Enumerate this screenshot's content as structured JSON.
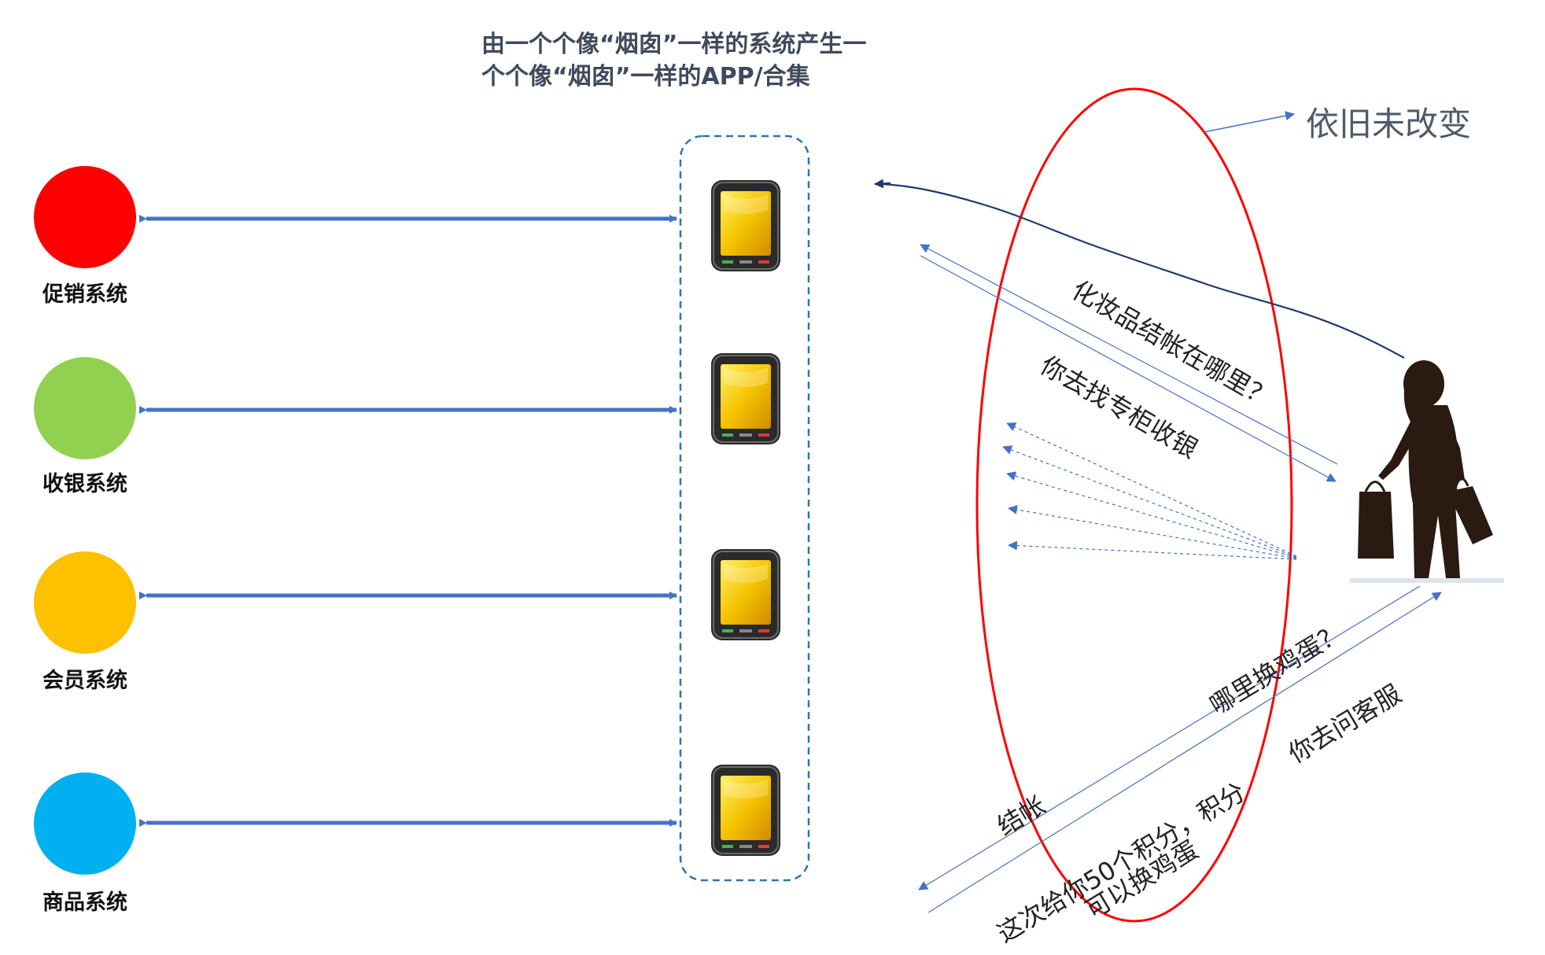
{
  "title": {
    "line1": "由一个个像“烟囱”一样的系统产生一",
    "line2": "个个像“烟囱”一样的APP/合集"
  },
  "systems": [
    {
      "label": "促销系统",
      "color": "#ff0000"
    },
    {
      "label": "收银系统",
      "color": "#92d050"
    },
    {
      "label": "会员系统",
      "color": "#ffc000"
    },
    {
      "label": "商品系统",
      "color": "#00b0f0"
    }
  ],
  "app_icon": "smartphone-icon",
  "person_icon": "shopper-with-bags-icon",
  "callout": "依旧未改变",
  "dialogue": {
    "q1": "化妆品结帐在哪里？",
    "a1": "你去找专柜收银",
    "q2": "哪里换鸡蛋？",
    "a2": "你去问客服",
    "q3": "结帐",
    "a3_line1": "这次给你50个积分，积分",
    "a3_line2": "可以换鸡蛋"
  },
  "colors": {
    "arrow": "#4472c4",
    "dashed_box": "#2e75b6",
    "ellipse": "#ff0000",
    "wavy_line": "#1f3a6e"
  }
}
